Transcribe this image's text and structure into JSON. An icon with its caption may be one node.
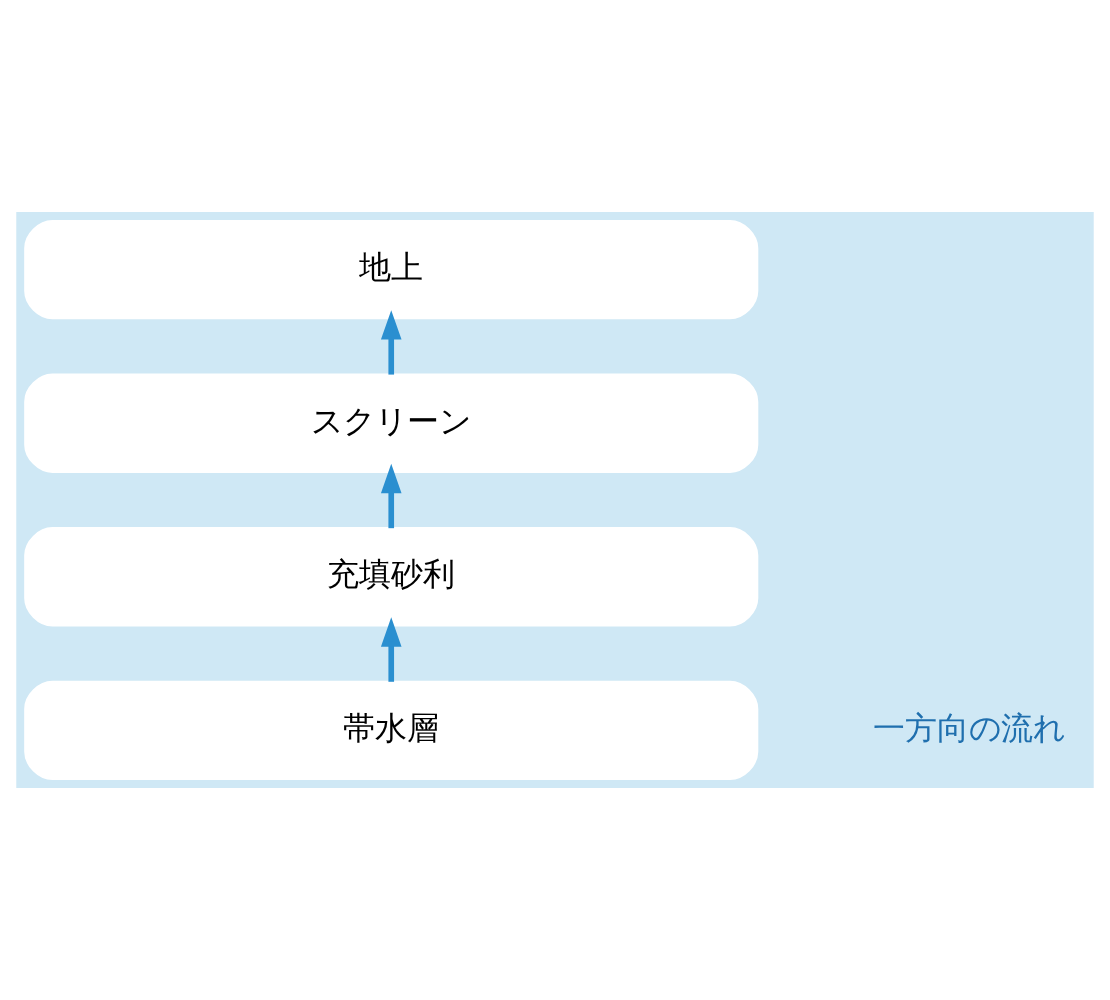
{
  "diagram": {
    "nodes": [
      {
        "text": [
          "地上"
        ]
      },
      {
        "text": [
          "スクリーン"
        ]
      },
      {
        "text": [
          "充填砂利"
        ]
      },
      {
        "text": [
          "帯水層"
        ]
      }
    ],
    "edges": [
      {
        "from": 3,
        "to": 2,
        "arrow": "to"
      },
      {
        "from": 2,
        "to": 1,
        "arrow": "to"
      },
      {
        "from": 1,
        "to": 0,
        "arrow": "to"
      }
    ],
    "labels": [
      "一方向の流れ"
    ]
  }
}
